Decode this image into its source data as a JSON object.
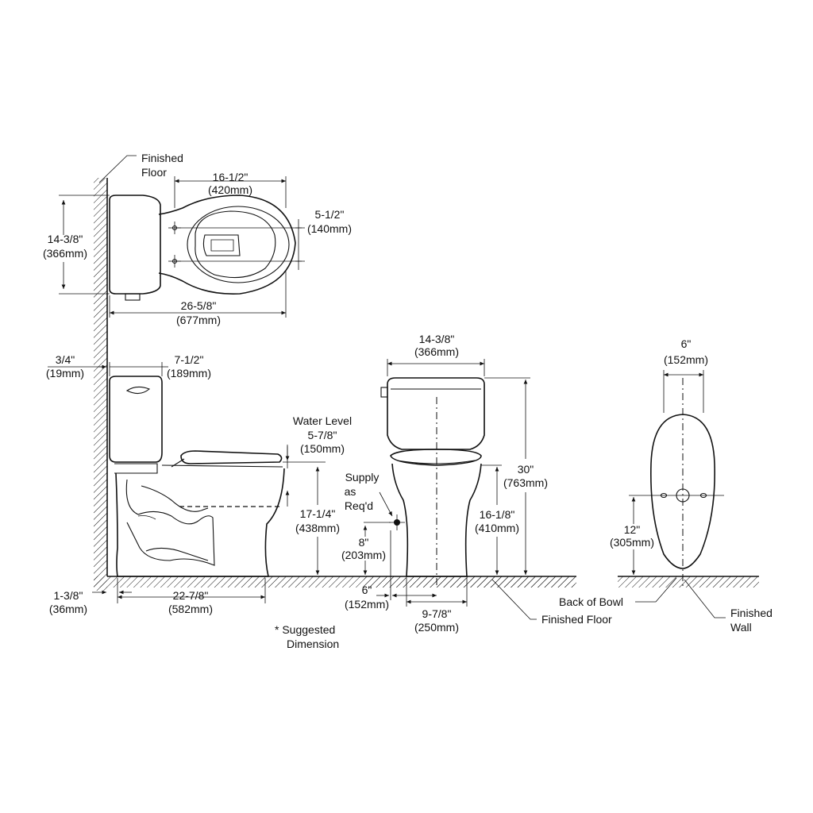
{
  "labels": {
    "finished_floor_top_1": "Finished",
    "finished_floor_top_2": "Floor",
    "top_width_in": "16-1/2\"",
    "top_width_mm": "(420mm)",
    "top_depth_in": "14-3/8\"",
    "top_depth_mm": "(366mm)",
    "bolt_spacing_in": "5-1/2\"",
    "bolt_spacing_mm": "(140mm)",
    "overall_length_in": "26-5/8\"",
    "overall_length_mm": "(677mm)",
    "wall_gap_in": "3/4\"",
    "wall_gap_mm": "(19mm)",
    "tank_depth_in": "7-1/2\"",
    "tank_depth_mm": "(189mm)",
    "water_level": "Water Level",
    "water_level_in": "5-7/8\"",
    "water_level_mm": "(150mm)",
    "seat_height_side_in": "17-1/4\"",
    "seat_height_side_mm": "(438mm)",
    "base_offset_in": "1-3/8\"",
    "base_offset_mm": "(36mm)",
    "base_length_in": "22-7/8\"",
    "base_length_mm": "(582mm)",
    "suggested_1": "*  Suggested",
    "suggested_2": "Dimension",
    "front_tank_width_in": "14-3/8\"",
    "front_tank_width_mm": "(366mm)",
    "supply_1": "Supply",
    "supply_2": "as",
    "supply_3": "Req'd",
    "overall_height_in": "30\"",
    "overall_height_mm": "(763mm)",
    "rim_height_in": "16-1/8\"",
    "rim_height_mm": "(410mm)",
    "supply_height_in": "8\"",
    "supply_height_mm": "(203mm)",
    "supply_offset_in": "6\"",
    "supply_offset_mm": "(152mm)",
    "base_width_in": "9-7/8\"",
    "base_width_mm": "(250mm)",
    "finished_floor_front": "Finished  Floor",
    "back_bolt_spacing_in": "6\"",
    "back_bolt_spacing_mm": "(152mm)",
    "rough_in_in": "12\"",
    "rough_in_mm": "(305mm)",
    "back_of_bowl": "Back of Bowl",
    "finished_wall_1": "Finished",
    "finished_wall_2": "Wall"
  }
}
